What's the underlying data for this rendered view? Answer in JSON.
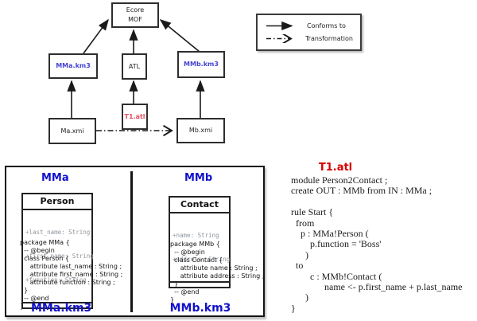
{
  "diagram": {
    "nodes": {
      "ecore": "Ecore\nMOF",
      "mma_km3": "MMa.km3",
      "atl": "ATL",
      "mmb_km3": "MMb.km3",
      "t1_atl": "T1.atl",
      "ma_xmi": "Ma.xmi",
      "mb_xmi": "Mb.xmi"
    },
    "legend": {
      "conforms_to": "Conforms to",
      "transformation": "Transformation"
    }
  },
  "metamodels": {
    "left": {
      "title": "MMa",
      "class": {
        "name": "Person",
        "attributes": [
          "+last_name: String",
          "+first_name: String",
          "+function: String"
        ]
      },
      "code": "package MMa {\n  -- @begin\n  class Person {\n     attribute last_name : String ;\n     attribute first_name : String ;\n     attribute function : String ;\n  }\n  -- @end\n}",
      "file": "MMa.km3"
    },
    "right": {
      "title": "MMb",
      "class": {
        "name": "Contact",
        "attributes": [
          "+name: String",
          "+address: String"
        ]
      },
      "code": "package MMb {\n  -- @begin\n  class Contact {\n     attribute name : String ;\n     attribute address : String ;\n  }\n  -- @end\n}",
      "file": "MMb.km3"
    }
  },
  "atl": {
    "title": "T1.atl",
    "code": "module Person2Contact ;\ncreate OUT : MMb from IN : MMa ;\n\nrule Start {\n  from\n    p : MMa!Person (\n        p.function = 'Boss'\n      )\n  to\n        c : MMb!Contact (\n              name <- p.first_name + p.last_name\n      )\n}"
  },
  "colors": {
    "diagram_label_blue": "#4545d2",
    "diagram_label_red": "#e8505f",
    "panel_blue": "#1212cc",
    "atl_title_red": "#d60000",
    "uml_attr_gray": "#8f979f"
  }
}
